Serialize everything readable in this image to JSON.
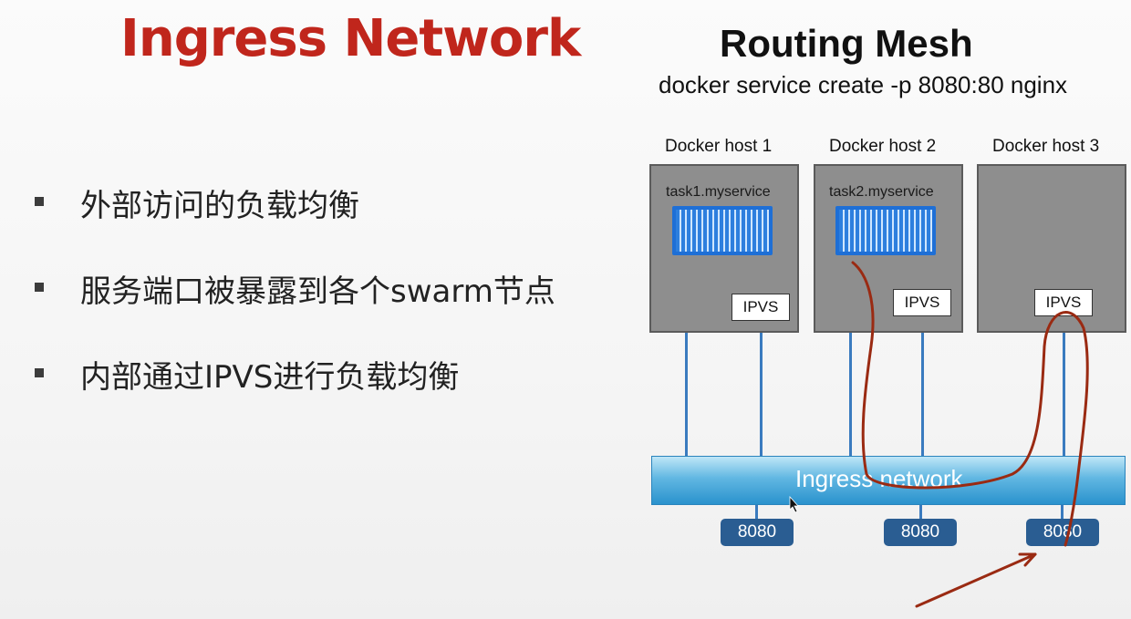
{
  "left": {
    "title": "Ingress Network",
    "bullets": [
      "外部访问的负载均衡",
      "服务端口被暴露到各个swarm节点",
      "内部通过IPVS进行负载均衡"
    ]
  },
  "diagram": {
    "title": "Routing Mesh",
    "command": "docker service create -p 8080:80 nginx",
    "hosts": [
      {
        "label": "Docker host 1",
        "task": "task1.myservice",
        "ipvs": "IPVS",
        "port": "8080"
      },
      {
        "label": "Docker host 2",
        "task": "task2.myservice",
        "ipvs": "IPVS",
        "port": "8080"
      },
      {
        "label": "Docker host 3",
        "task": "",
        "ipvs": "IPVS",
        "port": "8080"
      }
    ],
    "network_label": "Ingress network",
    "colors": {
      "title": "#c0261c",
      "annotation": "#9a2a12",
      "network": "#2a92cd",
      "port": "#2a5d92"
    }
  }
}
